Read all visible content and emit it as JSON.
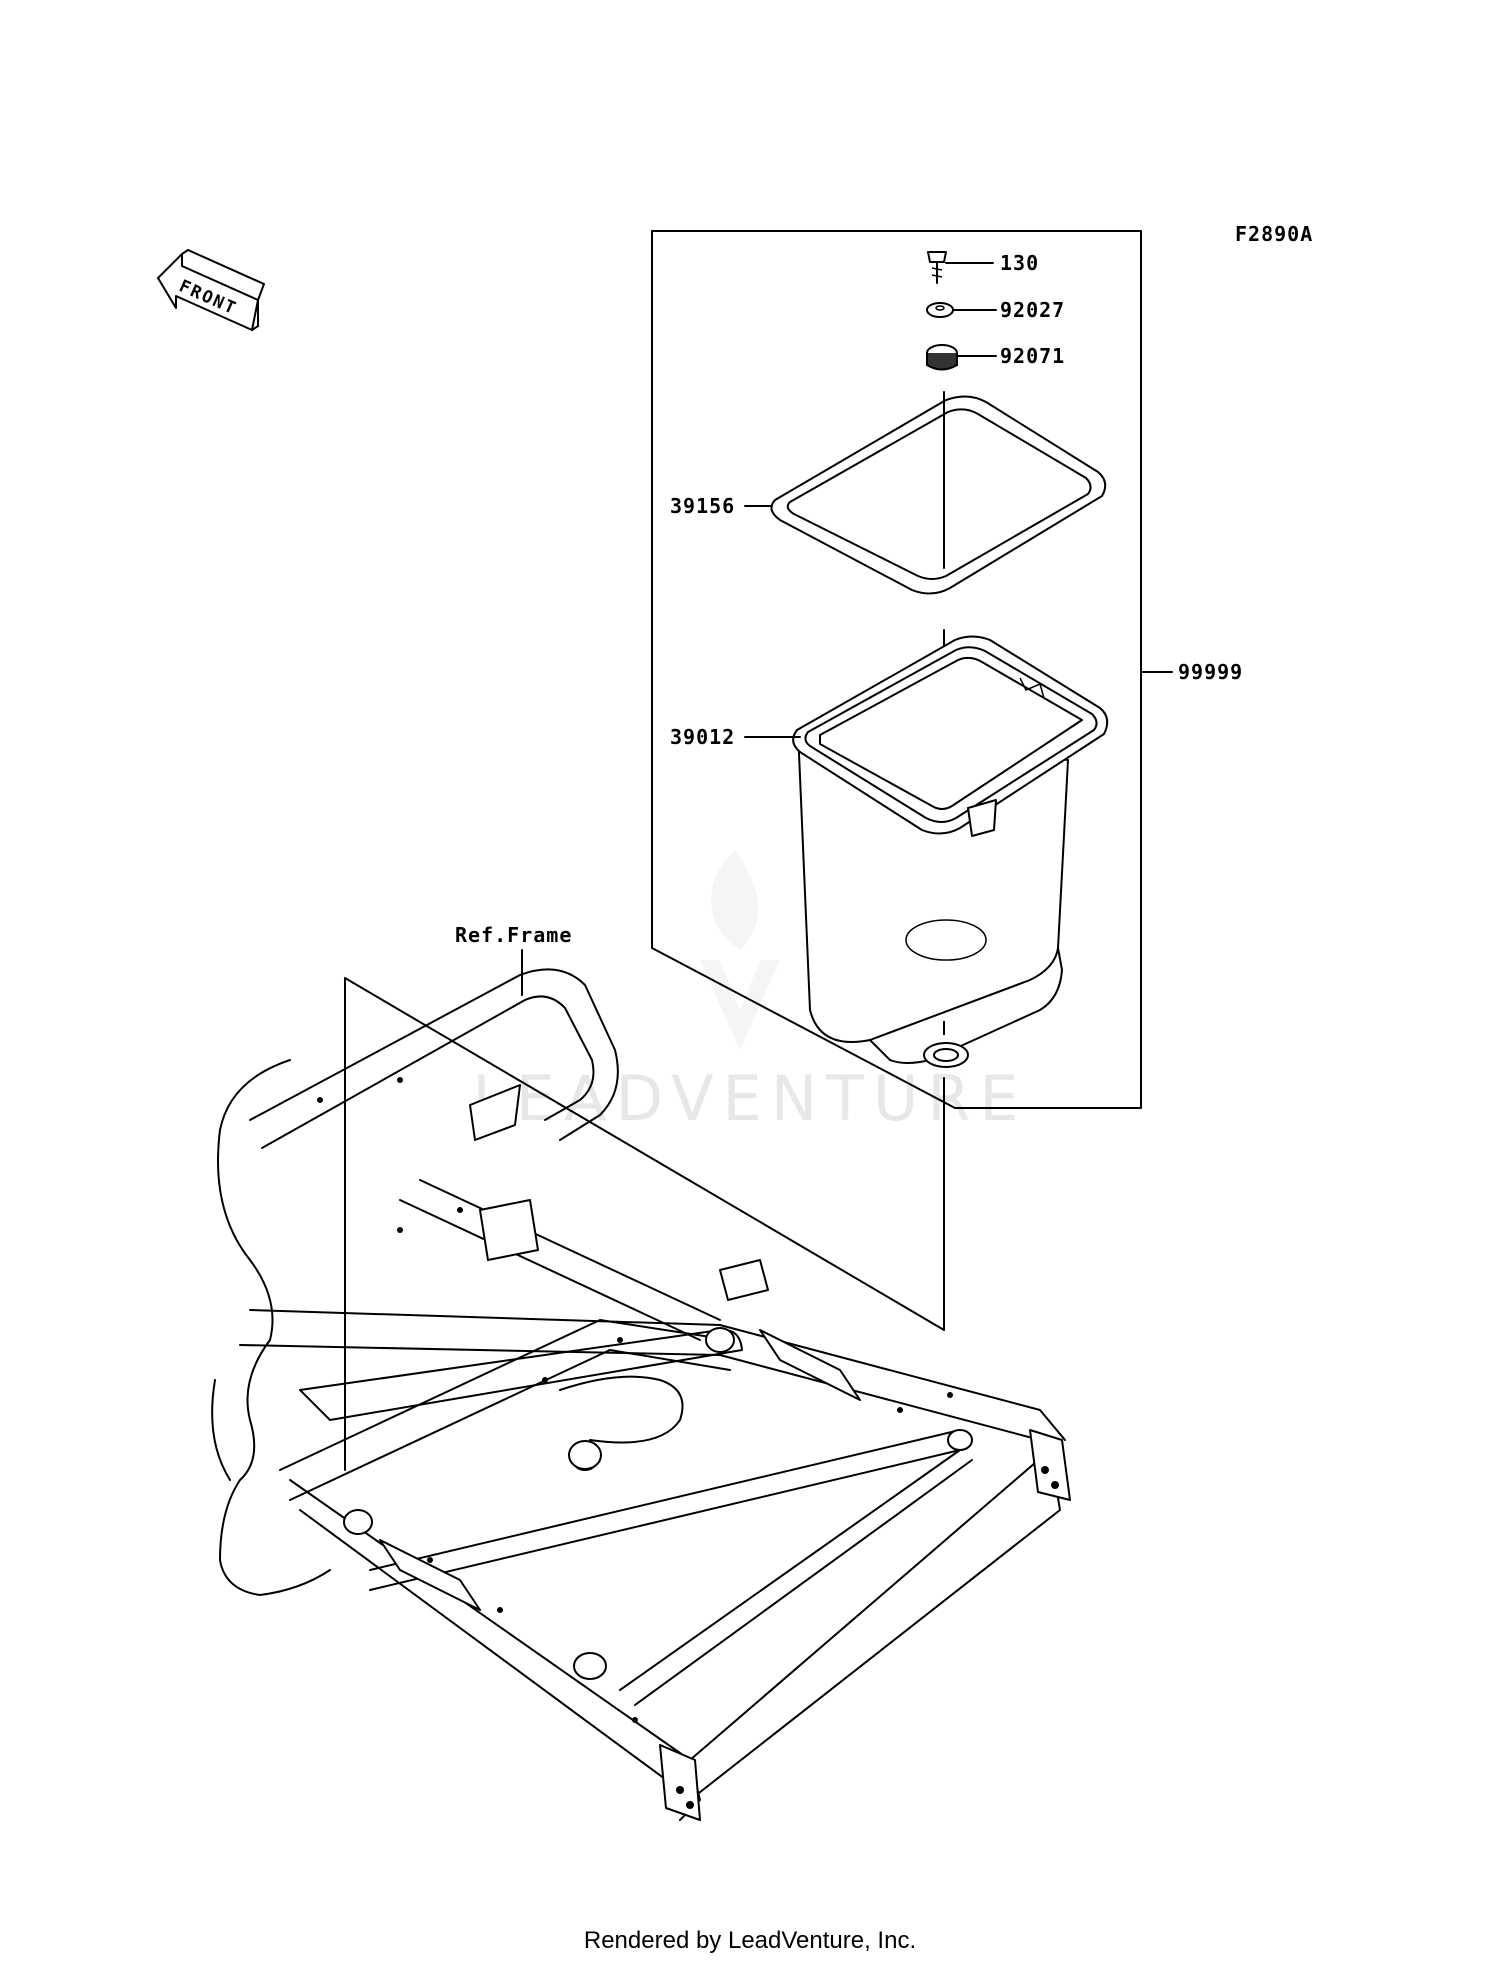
{
  "diagram": {
    "figure_code": "F2890A",
    "front_label": "FRONT",
    "reference_label": "Ref.Frame",
    "watermark": "LEADVENTURE",
    "footer": "Rendered by LeadVenture, Inc.",
    "parts": [
      {
        "number": "130"
      },
      {
        "number": "92027"
      },
      {
        "number": "92071"
      },
      {
        "number": "39156"
      },
      {
        "number": "39012"
      },
      {
        "number": "99999"
      }
    ]
  }
}
